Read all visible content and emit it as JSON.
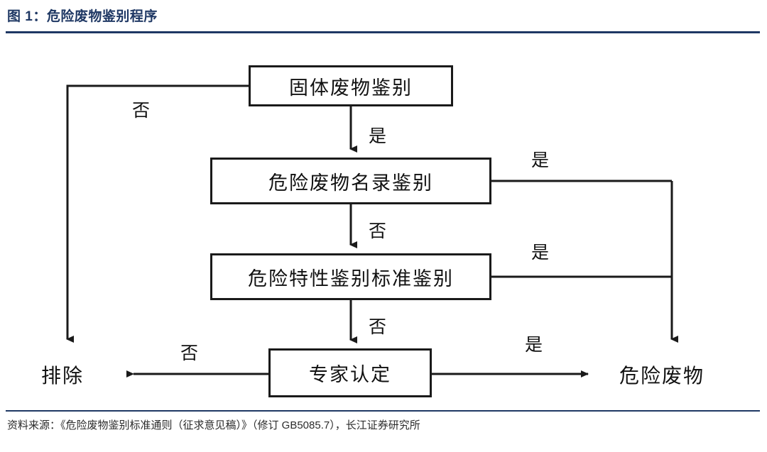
{
  "header": {
    "title": "图 1：危险废物鉴别程序",
    "accent_color": "#1F3864"
  },
  "footer": {
    "source": "资料来源：《危险废物鉴别标准通则（征求意见稿）》（修订 GB5085.7），长江证券研究所"
  },
  "chart_data": {
    "type": "diagram",
    "title": "危险废物鉴别程序",
    "nodes": [
      {
        "id": "solid-waste",
        "label": "固体废物鉴别",
        "shape": "rect"
      },
      {
        "id": "catalog",
        "label": "危险废物名录鉴别",
        "shape": "rect"
      },
      {
        "id": "criteria",
        "label": "危险特性鉴别标准鉴别",
        "shape": "rect"
      },
      {
        "id": "expert",
        "label": "专家认定",
        "shape": "rect"
      },
      {
        "id": "exclude",
        "label": "排除",
        "shape": "terminal"
      },
      {
        "id": "hazardous",
        "label": "危险废物",
        "shape": "terminal"
      }
    ],
    "edges": [
      {
        "from": "solid-waste",
        "to": "exclude",
        "label": "否"
      },
      {
        "from": "solid-waste",
        "to": "catalog",
        "label": "是"
      },
      {
        "from": "catalog",
        "to": "hazardous",
        "label": "是"
      },
      {
        "from": "catalog",
        "to": "criteria",
        "label": "否"
      },
      {
        "from": "criteria",
        "to": "hazardous",
        "label": "是"
      },
      {
        "from": "criteria",
        "to": "expert",
        "label": "否"
      },
      {
        "from": "expert",
        "to": "exclude",
        "label": "否"
      },
      {
        "from": "expert",
        "to": "hazardous",
        "label": "是"
      }
    ]
  },
  "diagram": {
    "boxes": {
      "solid_waste": "固体废物鉴别",
      "catalog": "危险废物名录鉴别",
      "criteria": "危险特性鉴别标准鉴别",
      "expert": "专家认定"
    },
    "terminals": {
      "exclude": "排除",
      "hazardous": "危险废物"
    },
    "labels": {
      "no_top": "否",
      "yes_1": "是",
      "yes_right_1": "是",
      "no_2": "否",
      "yes_right_2": "是",
      "no_3": "否",
      "no_bottom": "否",
      "yes_bottom": "是"
    },
    "line_color": "#1a1a1a"
  }
}
